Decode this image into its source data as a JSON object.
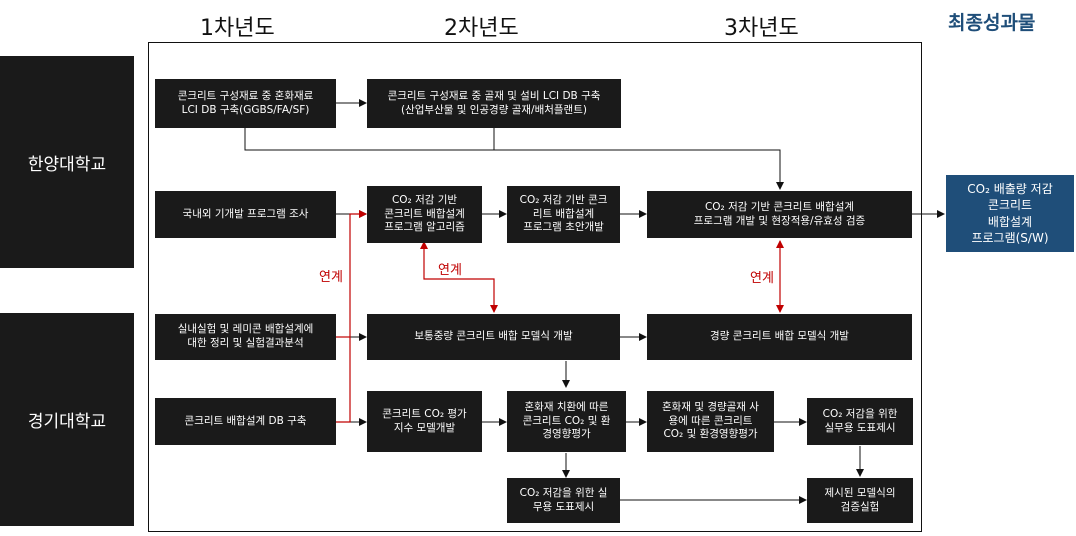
{
  "years": [
    "1차년도",
    "2차년도",
    "3차년도"
  ],
  "final_title": "최종성과물",
  "orgs": {
    "hanyang": "한양대학교",
    "kyonggi": "경기대학교"
  },
  "boxes": {
    "b1": "콘크리트 구성재료 중  혼화재료\nLCI DB 구축(GGBS/FA/SF)",
    "b2": "콘크리트 구성재료 중 골재 및 설비 LCI DB 구축\n(산업부산물 및 인공경량 골재/배처플랜트)",
    "b3": "국내외 기개발 프로그램 조사",
    "b4": "CO₂ 저감 기반\n콘크리트 배합설계\n프로그램 알고리즘",
    "b5": "CO₂ 저감 기반 콘크\n리트 배합설계\n프로그램 초안개발",
    "b6": "CO₂ 저감 기반 콘크리트 배합설계\n프로그램 개발 및 현장적용/유효성 검증",
    "b7": "실내실험 및 레미콘 배합설계에\n대한 정리 및 실험결과분석",
    "b8": "보통중량 콘크리트 배합 모델식 개발",
    "b9": "경량 콘크리트 배합 모델식 개발",
    "b10": "콘크리트 배합설계 DB 구축",
    "b11": "콘크리트 CO₂ 평가\n지수 모델개발",
    "b12": "혼화재 치환에 따른\n콘크리트 CO₂ 및 환\n경영향평가",
    "b13": "혼화재 및 경량골재 사\n용에 따른 콘크리트\nCO₂ 및 환경영향평가",
    "b14": "CO₂ 저감을 위한\n실무용 도표제시",
    "b15": "CO₂ 저감을 위한 실\n무용 도표제시",
    "b16": "제시된 모델식의\n검증실험"
  },
  "final_box": "CO₂ 배출량 저감\n콘크리트\n배합설계\n프로그램(S/W)",
  "link_label": "연계",
  "colors": {
    "box": "#1a1a1a",
    "final": "#1f4e79",
    "link": "#c00000"
  }
}
